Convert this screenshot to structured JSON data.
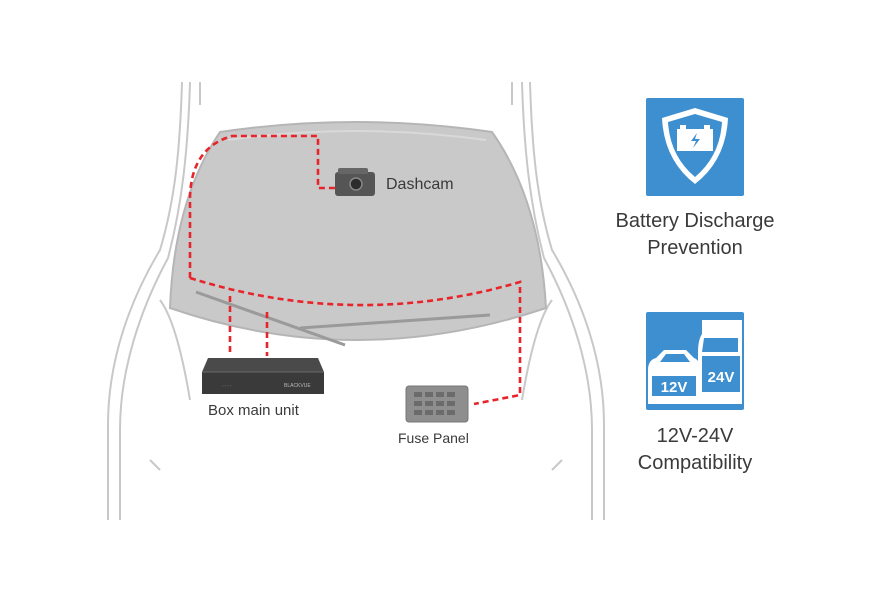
{
  "diagram": {
    "labels": {
      "dashcam": "Dashcam",
      "box_main_unit": "Box main unit",
      "fuse_panel": "Fuse Panel"
    },
    "box_unit_brand": "BLACKVUE",
    "features": [
      {
        "icon": "battery-shield-icon",
        "lines": [
          "Battery Discharge",
          "Prevention"
        ]
      },
      {
        "icon": "car-truck-voltage-icon",
        "lines": [
          "12V-24V",
          "Compatibility"
        ],
        "badges": [
          "12V",
          "24V"
        ]
      }
    ],
    "colors": {
      "wire": "#e8242b",
      "accent": "#3d8fd0",
      "windshield": "#c9c9c9",
      "car_outline": "#c8c8c8",
      "text": "#3a3a3a"
    }
  }
}
